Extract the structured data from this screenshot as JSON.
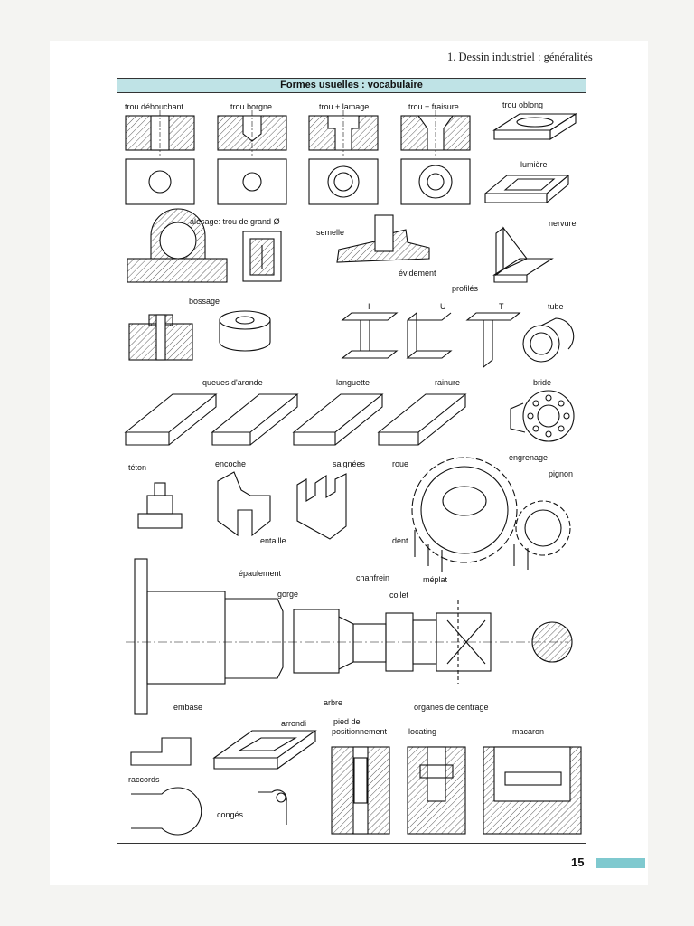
{
  "header": {
    "chapter": "1. Dessin industriel : généralités"
  },
  "panel": {
    "title": "Formes usuelles : vocabulaire"
  },
  "labels": {
    "trou_debouchant": "trou débouchant",
    "trou_borgne": "trou borgne",
    "trou_lamage": "trou + lamage",
    "trou_fraisure": "trou + fraisure",
    "trou_oblong": "trou oblong",
    "lumiere": "lumière",
    "alesage": "alésage: trou de grand Ø",
    "semelle": "semelle",
    "nervure": "nervure",
    "evidement": "évidement",
    "profiles": "profilés",
    "profile_i": "I",
    "profile_u": "U",
    "profile_t": "T",
    "tube": "tube",
    "bossage": "bossage",
    "queues_aronde": "queues d'aronde",
    "languette": "languette",
    "rainure": "rainure",
    "bride": "bride",
    "teton": "téton",
    "encoche": "encoche",
    "saignees": "saignées",
    "roue": "roue",
    "engrenage": "engrenage",
    "pignon": "pignon",
    "entaille": "entaille",
    "dent": "dent",
    "epaulement": "épaulement",
    "chanfrein": "chanfrein",
    "meplat": "méplat",
    "gorge": "gorge",
    "collet": "collet",
    "embase": "embase",
    "arbre": "arbre",
    "organes_centrage": "organes de centrage",
    "arrondi": "arrondi",
    "pied_de": "pied de",
    "positionnement": "positionnement",
    "locating": "locating",
    "macaron": "macaron",
    "raccords": "raccords",
    "conges": "congés"
  },
  "footer": {
    "page_number": "15"
  },
  "colors": {
    "accent": "#7fc9cf",
    "banner": "#bfe3e6"
  }
}
